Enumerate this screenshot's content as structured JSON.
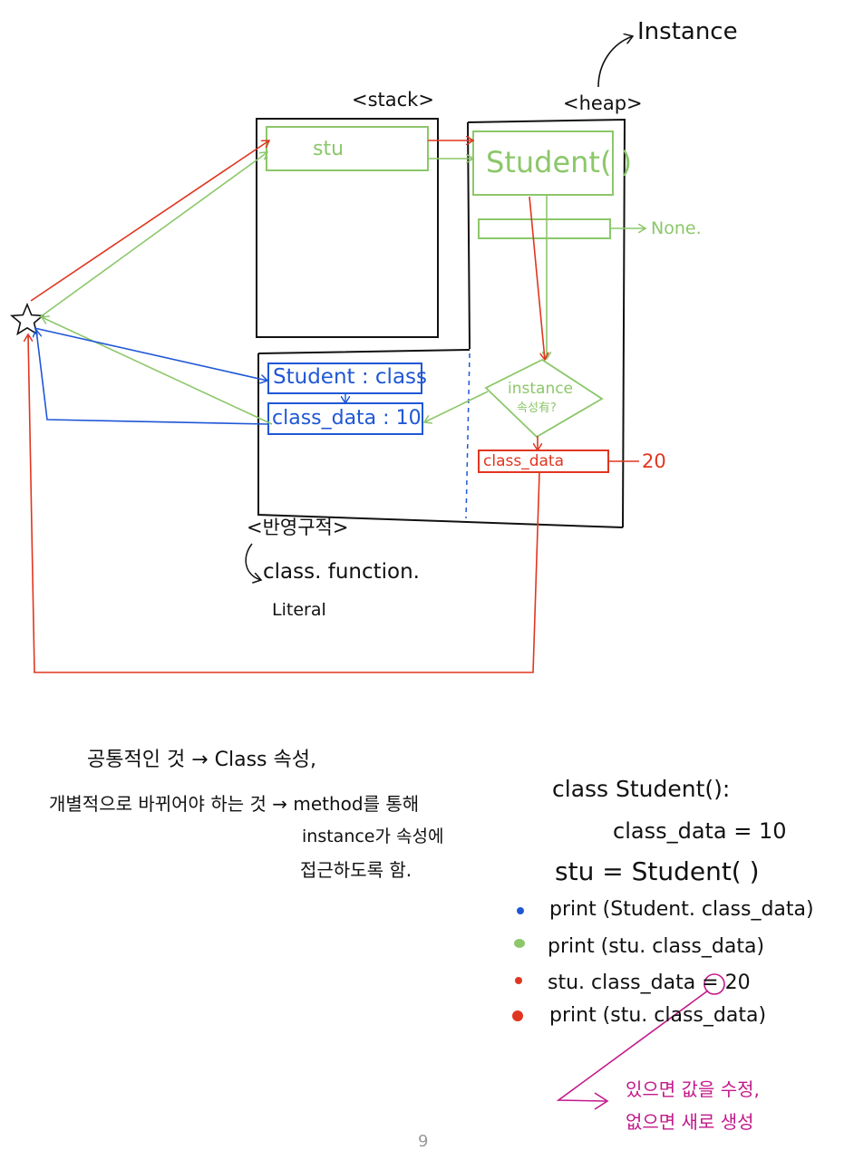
{
  "diagram": {
    "labels": {
      "instance": "Instance",
      "stack": "<stack>",
      "heap": "<heap>",
      "stack_var": "stu",
      "heap_object": "Student( )",
      "none": "None.",
      "diamond_line1": "instance",
      "diamond_line2": "속성有?",
      "class_box": "Student : class",
      "class_data_box": "class_data : 10",
      "heap_class_data": "class_data",
      "heap_value": "20",
      "region": "<반영구적>",
      "region_items": "class. function.",
      "region_items2": "Literal"
    },
    "colors": {
      "black": "#111111",
      "green": "#8cc76a",
      "blue": "#1f57d6",
      "red": "#e0361f",
      "magenta": "#c2198a"
    },
    "star_icon": "star-outline"
  },
  "notes": {
    "line1": "공통적인 것 → Class 속성,",
    "line2": "개별적으로 바뀌어야 하는 것 → method를 통해",
    "line3": "instance가 속성에",
    "line4": "접근하도록 함."
  },
  "code": {
    "line1": "class Student():",
    "line2": "class_data = 10",
    "line3": "stu = Student( )",
    "line4": "print (Student. class_data)",
    "line5": "print (stu. class_data)",
    "line6": "stu. class_data = 20",
    "line7": "print (stu. class_data)",
    "bullets": [
      "#1f57d6",
      "#8cc76a",
      "#e0361f",
      "#e0361f"
    ]
  },
  "annotation": {
    "line1": "있으면 값을 수정,",
    "line2": "없으면 새로 생성"
  },
  "page_number": "9"
}
